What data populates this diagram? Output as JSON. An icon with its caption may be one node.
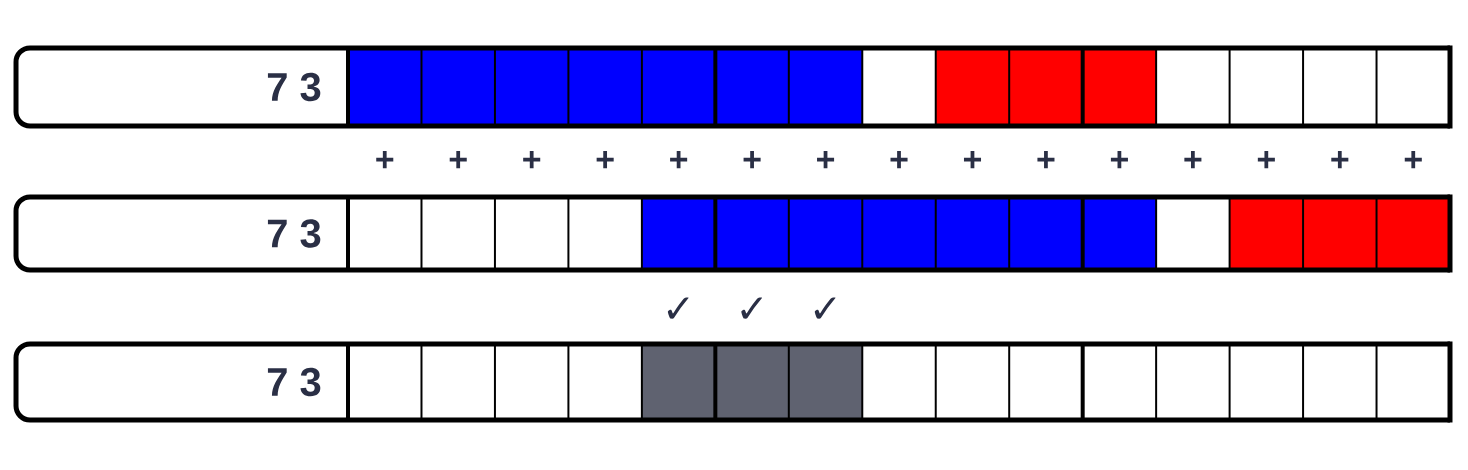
{
  "diagram": {
    "nodes": [
      {
        "text": [
          "7 3"
        ]
      },
      {
        "text": [
          "7 3"
        ]
      },
      {
        "text": [
          "7 3"
        ]
      }
    ],
    "labels": [
      "+",
      "+",
      "+",
      "+",
      "+",
      "+",
      "+",
      "+",
      "+",
      "+",
      "+",
      "+",
      "+",
      "+",
      "+",
      "✓",
      "✓",
      "✓"
    ]
  }
}
